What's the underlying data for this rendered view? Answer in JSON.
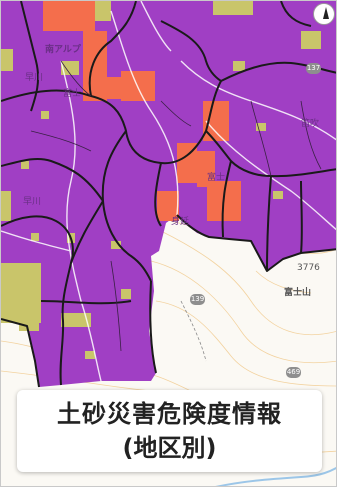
{
  "map": {
    "legend_colors": {
      "warning_level_high": "#a03fc4",
      "warning_level_mid": "#f46e4c",
      "warning_level_low": "#c9c56a",
      "no_warning": "#fbf9f4",
      "boundary": "#1a1a1a",
      "road": "#ffffff"
    },
    "place_labels": {
      "minami_alps": "南アルプ",
      "hayakawa_top": "早川",
      "hayakawa_mid": "早川",
      "fujikawa": "富士",
      "fujisan": "富士山",
      "minobu": "身延",
      "kofu_area": "富士",
      "elevation": "3776",
      "fuefuki": "笛吹"
    },
    "route_shields": {
      "r139": "139",
      "r469": "469",
      "r137": "137"
    }
  },
  "banner": {
    "title_line1": "土砂災害危険度情報",
    "title_line2": "(地区別)"
  }
}
